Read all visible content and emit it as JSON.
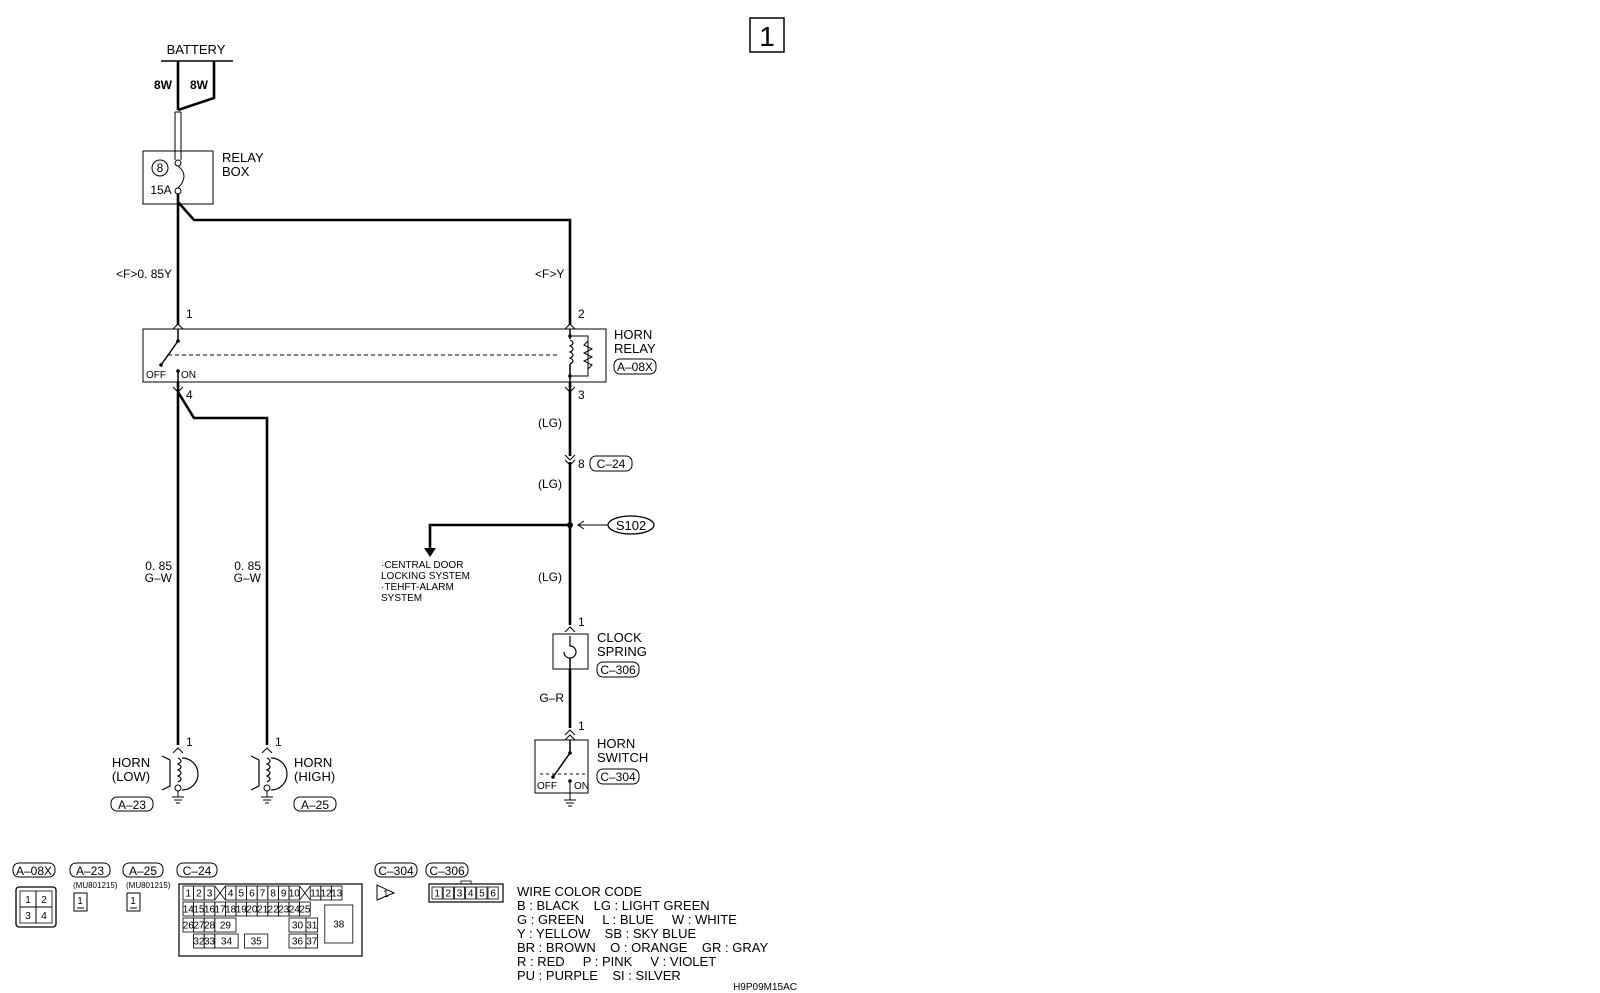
{
  "page_number": "1",
  "battery": {
    "label": "BATTERY",
    "wire_left": "8W",
    "wire_right": "8W"
  },
  "relay_box": {
    "line1": "RELAY",
    "line2": "BOX",
    "fuse_number": "8",
    "fuse_rating": "15A"
  },
  "wires": {
    "w1": "<F>0. 85Y",
    "w2": "<F>Y",
    "lg1": "(LG)",
    "lg2": "(LG)",
    "lg3": "(LG)",
    "gw_low_1": "0. 85",
    "gw_low_2": "G–W",
    "gw_high_1": "0. 85",
    "gw_high_2": "G–W",
    "gr": "G–R"
  },
  "horn_relay": {
    "line1": "HORN",
    "line2": "RELAY",
    "connector": "A–08X",
    "pin1": "1",
    "pin2": "2",
    "pin3": "3",
    "pin4": "4",
    "off": "OFF",
    "on": "ON"
  },
  "joint": {
    "pin": "8",
    "connector": "C–24"
  },
  "splice": {
    "label": "S102"
  },
  "branch_note": [
    "·CENTRAL DOOR",
    " LOCKING SYSTEM",
    "·TEHFT-ALARM",
    " SYSTEM"
  ],
  "clock_spring": {
    "line1": "CLOCK",
    "line2": "SPRING",
    "connector": "C–306",
    "pin": "1"
  },
  "horn_switch": {
    "line1": "HORN",
    "line2": "SWITCH",
    "connector": "C–304",
    "pin": "1",
    "off": "OFF",
    "on": "ON"
  },
  "horn_low": {
    "line1": "HORN",
    "line2": "(LOW)",
    "connector": "A–23",
    "pin": "1"
  },
  "horn_high": {
    "line1": "HORN",
    "line2": "(HIGH)",
    "connector": "A–25",
    "pin": "1"
  },
  "connectors": {
    "a08x": {
      "tag": "A–08X",
      "pins": [
        "1",
        "2",
        "3",
        "4"
      ]
    },
    "a23": {
      "tag": "A–23",
      "part": "(MU801215)",
      "pin": "1"
    },
    "a25": {
      "tag": "A–25",
      "part": "(MU801215)",
      "pin": "1"
    },
    "c24": {
      "tag": "C–24",
      "row1": [
        "1",
        "2",
        "3",
        "4",
        "5",
        "6",
        "7",
        "8",
        "9",
        "10",
        "11",
        "12",
        "13"
      ],
      "row2": [
        "14",
        "15",
        "16",
        "17",
        "18",
        "19",
        "20",
        "21",
        "22",
        "23",
        "24",
        "25"
      ],
      "row3": [
        "26",
        "27",
        "28",
        "29",
        "30",
        "31"
      ],
      "row4": [
        "32",
        "33",
        "34",
        "35",
        "36",
        "37"
      ],
      "big": "38"
    },
    "c304": {
      "tag": "C–304",
      "pin": "1"
    },
    "c306": {
      "tag": "C–306",
      "pins": [
        "1",
        "2",
        "3",
        "4",
        "5",
        "6"
      ]
    }
  },
  "wire_color_code": {
    "title": "WIRE COLOR CODE",
    "lines": [
      "B : BLACK    LG : LIGHT GREEN",
      "G : GREEN     L : BLUE     W : WHITE",
      "Y : YELLOW    SB : SKY BLUE",
      "BR : BROWN    O : ORANGE    GR : GRAY",
      "R : RED     P : PINK     V : VIOLET",
      "PU : PURPLE    SI : SILVER"
    ]
  },
  "figure_code": "H9P09M15AC"
}
